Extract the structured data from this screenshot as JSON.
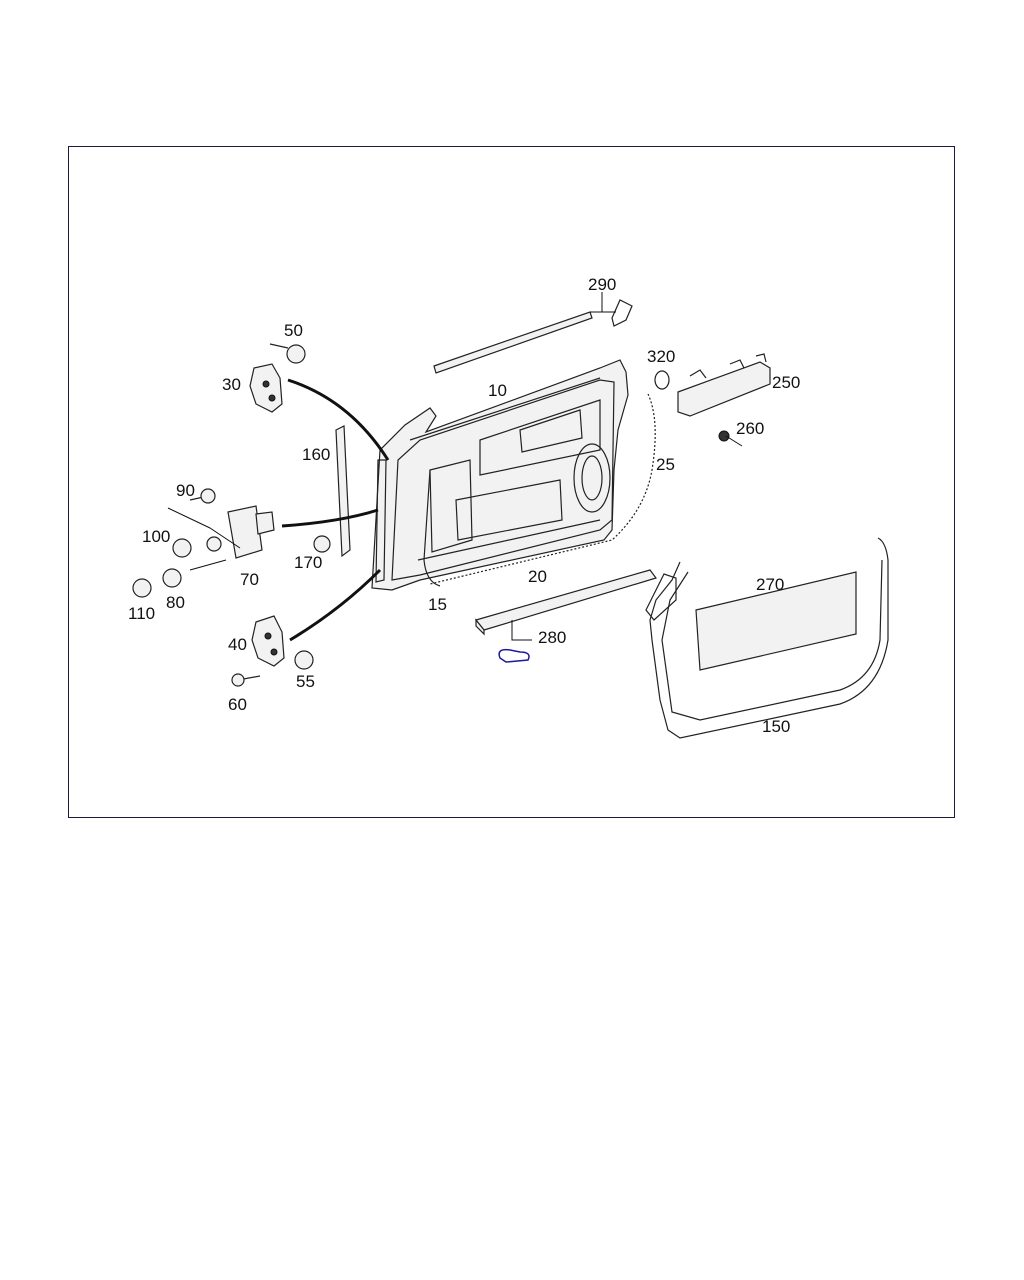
{
  "callouts": [
    "290",
    "50",
    "30",
    "320",
    "250",
    "10",
    "260",
    "160",
    "25",
    "90",
    "100",
    "170",
    "70",
    "20",
    "110",
    "80",
    "15",
    "270",
    "280",
    "40",
    "55",
    "60",
    "150"
  ]
}
